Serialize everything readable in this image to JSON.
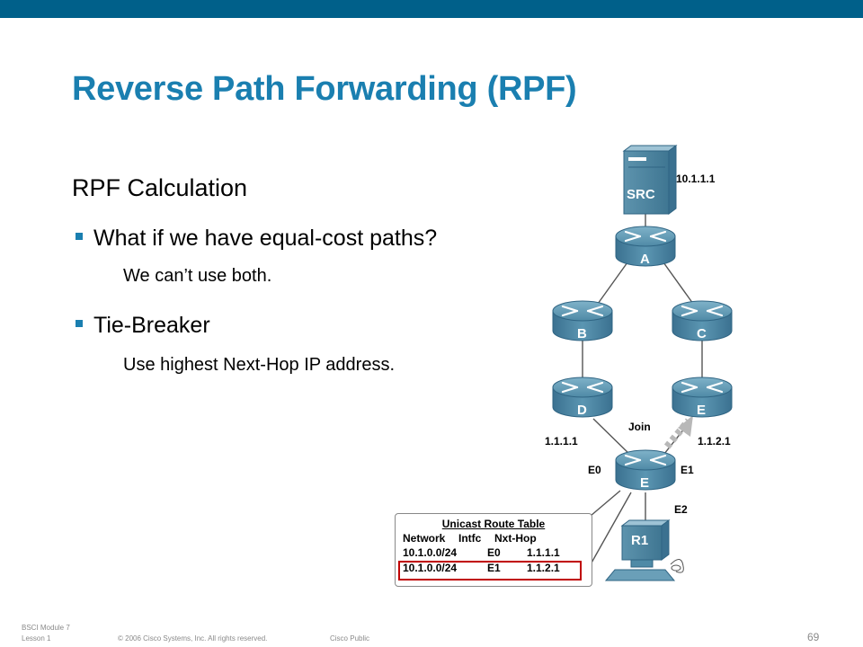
{
  "slide": {
    "title": "Reverse Path Forwarding (RPF)",
    "subtitle": "RPF Calculation",
    "bullets": [
      {
        "text": "What if we have equal-cost paths?",
        "sub": "We can’t use both."
      },
      {
        "text": "Tie-Breaker",
        "sub": "Use highest Next-Hop IP address."
      }
    ]
  },
  "diagram": {
    "server": {
      "label": "SRC",
      "ip": "10.1.1.1"
    },
    "routers": {
      "a": "A",
      "b": "B",
      "c": "C",
      "d": "D",
      "e_mid": "E",
      "e_bottom": "E"
    },
    "host": {
      "label": "R1"
    },
    "labels": {
      "join": "Join",
      "ip_left": "1.1.1.1",
      "ip_right": "1.1.2.1",
      "e0": "E0",
      "e1": "E1",
      "e2": "E2"
    },
    "route_table": {
      "title": "Unicast Route Table",
      "headers": [
        "Network",
        "Intfc",
        "Nxt-Hop"
      ],
      "rows": [
        [
          "10.1.0.0/24",
          "E0",
          "1.1.1.1"
        ],
        [
          "10.1.0.0/24",
          "E1",
          "1.1.2.1"
        ]
      ]
    },
    "colors": {
      "router": "#4f8aa6",
      "highlight": "#c00000",
      "accent": "#1a7fb0"
    }
  },
  "footer": {
    "course": "BSCI Module 7",
    "lesson": "Lesson 1",
    "copyright": "© 2006 Cisco Systems, Inc. All rights reserved.",
    "classification": "Cisco Public",
    "page": "69"
  }
}
